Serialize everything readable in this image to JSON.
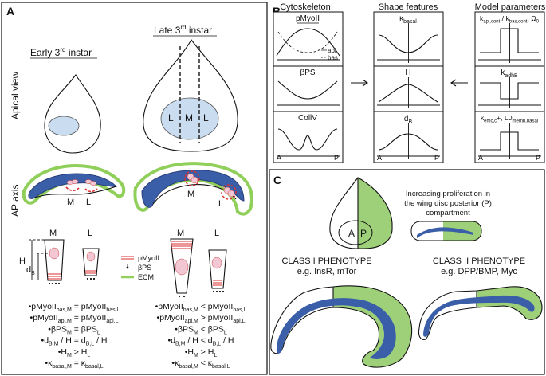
{
  "panel_a": {
    "label": "A",
    "early_title": "Early 3",
    "early_sup": "rd",
    "early_rest": " instar",
    "late_title": "Late 3",
    "late_sup": "rd",
    "late_rest": " instar",
    "apical_view": "Apical view",
    "ap_axis": "AP axis",
    "L": "L",
    "M": "M",
    "H": "H",
    "dB_main": "d",
    "dB_sub": "B",
    "legend": {
      "pmyoii": "pMyoII",
      "bps": "βPS",
      "ecm": "ECM"
    },
    "eq_early": [
      [
        "pMyoII",
        "bas,M",
        " = pMyoII",
        "bas,L"
      ],
      [
        "pMyoII",
        "api,M",
        " = pMyoII",
        "api,L"
      ],
      [
        "βPS",
        "M",
        " = βPS",
        "L"
      ],
      [
        "d",
        "B,M",
        " / H = d",
        "B,L",
        " / H"
      ],
      [
        "H",
        "M",
        " > H",
        "L"
      ],
      [
        "κ",
        "basal,M",
        " = κ",
        "basal,L"
      ]
    ],
    "eq_late": [
      [
        "pMyoII",
        "bas,M",
        " < pMyoII",
        "bas,L"
      ],
      [
        "pMyoII",
        "api,M",
        " > pMyoII",
        "api,L"
      ],
      [
        "βPS",
        "M",
        " < βPS",
        "L"
      ],
      [
        "d",
        "B,M",
        " / H < d",
        "B,L",
        " / H"
      ],
      [
        "H",
        "M",
        " > H",
        "L"
      ],
      [
        "κ",
        "basal,M",
        " < κ",
        "basal,L"
      ]
    ]
  },
  "panel_b": {
    "label": "B",
    "col_cyto": "Cytoskeleton",
    "col_shape": "Shape features",
    "col_model": "Model parameters",
    "cyto": [
      "pMyoII",
      "βPS",
      "CollV"
    ],
    "api": "api",
    "bas": "bas",
    "shape": [
      "κ",
      "H",
      "d"
    ],
    "shape_subs": [
      "basal",
      "",
      "B"
    ],
    "model_top": "k",
    "model_top_text": "api,cont / k",
    "model_top_text2": "bas,cont",
    "model_top_omega": ", Ω",
    "model_top_omega_sub": "0",
    "model_mid": "k",
    "model_mid_sub": "adhB",
    "model_bot": "k",
    "model_bot_sub": "emc,c",
    "model_bot_mid": "+, L0",
    "model_bot_sub2": "memb,basal",
    "A": "A",
    "P": "P"
  },
  "panel_c": {
    "label": "C",
    "prolif_text": [
      "Increasing proliferation in",
      "the wing disc posterior (P)",
      "compartment"
    ],
    "A": "A",
    "P": "P",
    "class1_title": "CLASS I PHENOTYPE",
    "class1_sub": "e.g. InsR, mTor",
    "class2_title": "CLASS II PHENOTYPE",
    "class2_sub": "e.g. DPP/BMP, Myc",
    "colors": {
      "green": "#9ed07a",
      "blue": "#3a5ea8",
      "ecm": "#8fcf5a",
      "lumen_blue": "#c9dcf0",
      "nuclei": "#f2c6d3",
      "red": "#d93030"
    }
  }
}
